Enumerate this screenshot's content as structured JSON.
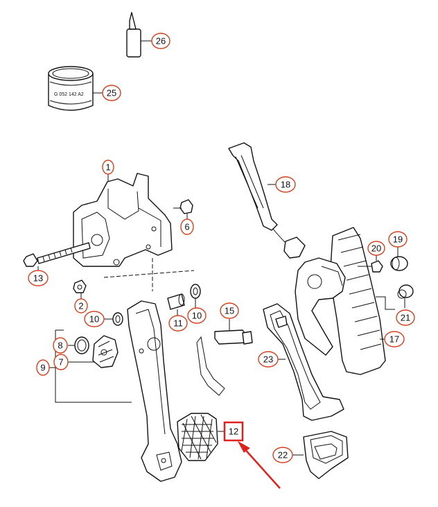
{
  "diagram": {
    "can_label": "G 052 142 A2",
    "callouts": [
      {
        "id": "26",
        "label": "26"
      },
      {
        "id": "25",
        "label": "25"
      },
      {
        "id": "1",
        "label": "1"
      },
      {
        "id": "6",
        "label": "6"
      },
      {
        "id": "18",
        "label": "18"
      },
      {
        "id": "13",
        "label": "13"
      },
      {
        "id": "2",
        "label": "2"
      },
      {
        "id": "20",
        "label": "20"
      },
      {
        "id": "19",
        "label": "19"
      },
      {
        "id": "10a",
        "label": "10"
      },
      {
        "id": "11",
        "label": "11"
      },
      {
        "id": "10b",
        "label": "10"
      },
      {
        "id": "15",
        "label": "15"
      },
      {
        "id": "21",
        "label": "21"
      },
      {
        "id": "8",
        "label": "8"
      },
      {
        "id": "17",
        "label": "17"
      },
      {
        "id": "9",
        "label": "9"
      },
      {
        "id": "7",
        "label": "7"
      },
      {
        "id": "23",
        "label": "23"
      },
      {
        "id": "12",
        "label": "12"
      },
      {
        "id": "22",
        "label": "22"
      }
    ],
    "highlight_color": "#e0201c",
    "callout_color": "#d4401f"
  }
}
